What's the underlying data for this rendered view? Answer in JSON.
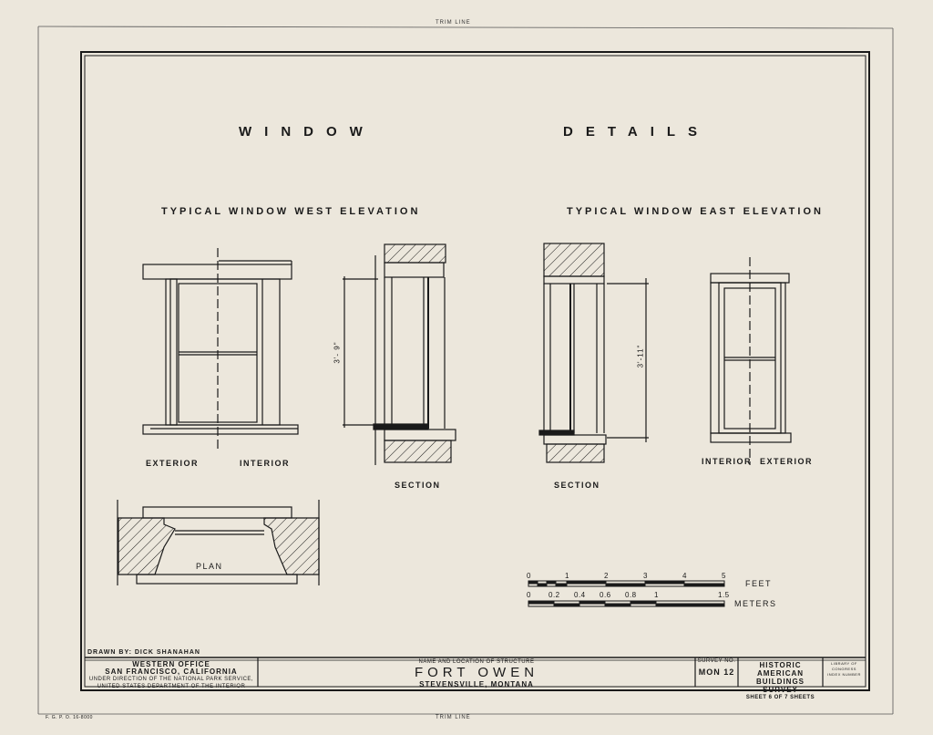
{
  "trim_top": "TRIM LINE",
  "trim_bottom": "TRIM LINE",
  "title_left": "WINDOW",
  "title_right": "DETAILS",
  "west_heading": "TYPICAL WINDOW WEST ELEVATION",
  "east_heading": "TYPICAL WINDOW EAST ELEVATION",
  "labels": {
    "exterior_left": "EXTERIOR",
    "interior_left": "INTERIOR",
    "section_1": "SECTION",
    "section_2": "SECTION",
    "interior_right": "INTERIOR",
    "exterior_right": "EXTERIOR",
    "plan": "PLAN",
    "dim_west": "3'- 9\"",
    "dim_east": "3'-11\""
  },
  "scale": {
    "feet_ticks": [
      "0",
      "1",
      "2",
      "3",
      "4",
      "5"
    ],
    "feet_label": "FEET",
    "meter_ticks": [
      "0",
      "0.2",
      "0.4",
      "0.6",
      "0.8",
      "1",
      "1.5"
    ],
    "meter_label": "METERS"
  },
  "title_block": {
    "drawn_by": "DRAWN BY: DICK SHANAHAN",
    "office_1": "WESTERN OFFICE",
    "office_2": "SAN FRANCISCO, CALIFORNIA",
    "office_3": "UNDER DIRECTION OF THE NATIONAL PARK SERVICE,",
    "office_4": "UNITED STATES DEPARTMENT OF THE INTERIOR",
    "name_caption": "NAME AND LOCATION OF STRUCTURE",
    "structure": "FORT OWEN",
    "location": "STEVENSVILLE, MONTANA",
    "survey_caption": "SURVEY NO.",
    "survey_no": "MON 12",
    "habs_1": "HISTORIC AMERICAN",
    "habs_2": "BUILDINGS SURVEY",
    "sheet_text": "SHEET 6 OF 7 SHEETS",
    "library_1": "LIBRARY OF CONGRESS",
    "library_2": "INDEX NUMBER",
    "gpo": "F. G. P. O. 16-8000"
  },
  "colors": {
    "paper": "#ece7dc",
    "ink": "#1a1a1a"
  }
}
